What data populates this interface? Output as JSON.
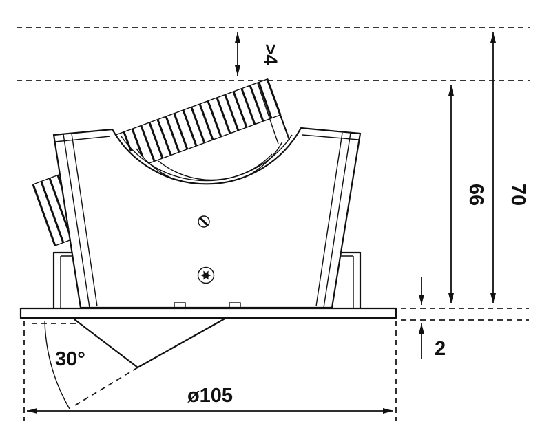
{
  "dimensions": {
    "clearance": ">4",
    "total_height": "70",
    "body_height": "66",
    "trim_thickness": "2",
    "diameter": "ø105",
    "tilt_angle": "30°"
  },
  "colors": {
    "line": "#111111",
    "background": "#ffffff"
  }
}
